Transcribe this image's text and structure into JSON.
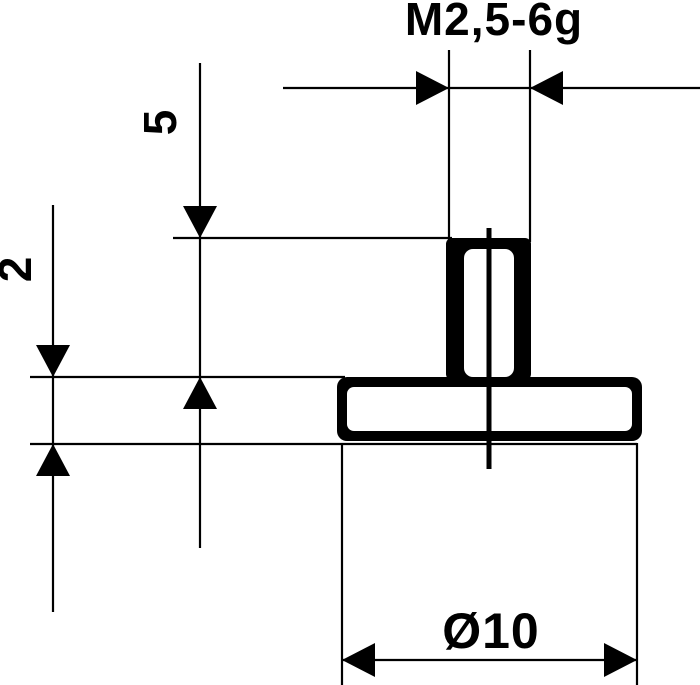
{
  "drawing": {
    "kind": "technical-dimension-drawing",
    "colors": {
      "line": "#000000",
      "background": "#ffffff"
    },
    "dimensions": {
      "thread": {
        "label": "M2,5-6g",
        "orientation": "horizontal",
        "position": "top"
      },
      "stud_length": {
        "label": "5",
        "orientation": "vertical",
        "position": "upper-left"
      },
      "disc_thickness": {
        "label": "2",
        "orientation": "vertical",
        "position": "left"
      },
      "disc_diameter": {
        "label": "Ø10",
        "orientation": "horizontal",
        "position": "bottom"
      }
    }
  }
}
